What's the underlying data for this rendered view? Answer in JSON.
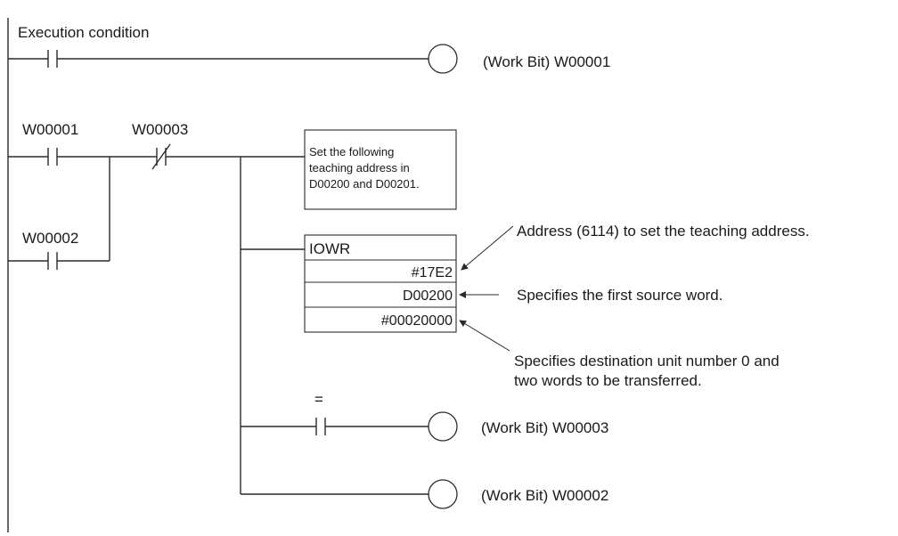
{
  "rungs": {
    "rung1": {
      "condition_label": "Execution condition",
      "coil_label": "(Work Bit) W00001"
    },
    "rung2": {
      "contact_a_label": "W00001",
      "contact_b_label": "W00003",
      "contact_c_label": "W00002",
      "comment_lines": [
        "Set the following",
        "teaching address in",
        "D00200 and D00201."
      ],
      "iowr": {
        "title": "IOWR",
        "operand1": "#17E2",
        "operand2": "D00200",
        "operand3": "#00020000"
      },
      "annotations": {
        "operand1_note": "Address (6114) to set the teaching address.",
        "operand2_note": "Specifies the first source word.",
        "operand3_note_lines": [
          "Specifies destination unit number 0 and",
          "two words to be transferred."
        ]
      },
      "equals_flag_symbol": "=",
      "coil_w3_label": "(Work Bit) W00003",
      "coil_w2_label": "(Work Bit) W00002"
    }
  }
}
